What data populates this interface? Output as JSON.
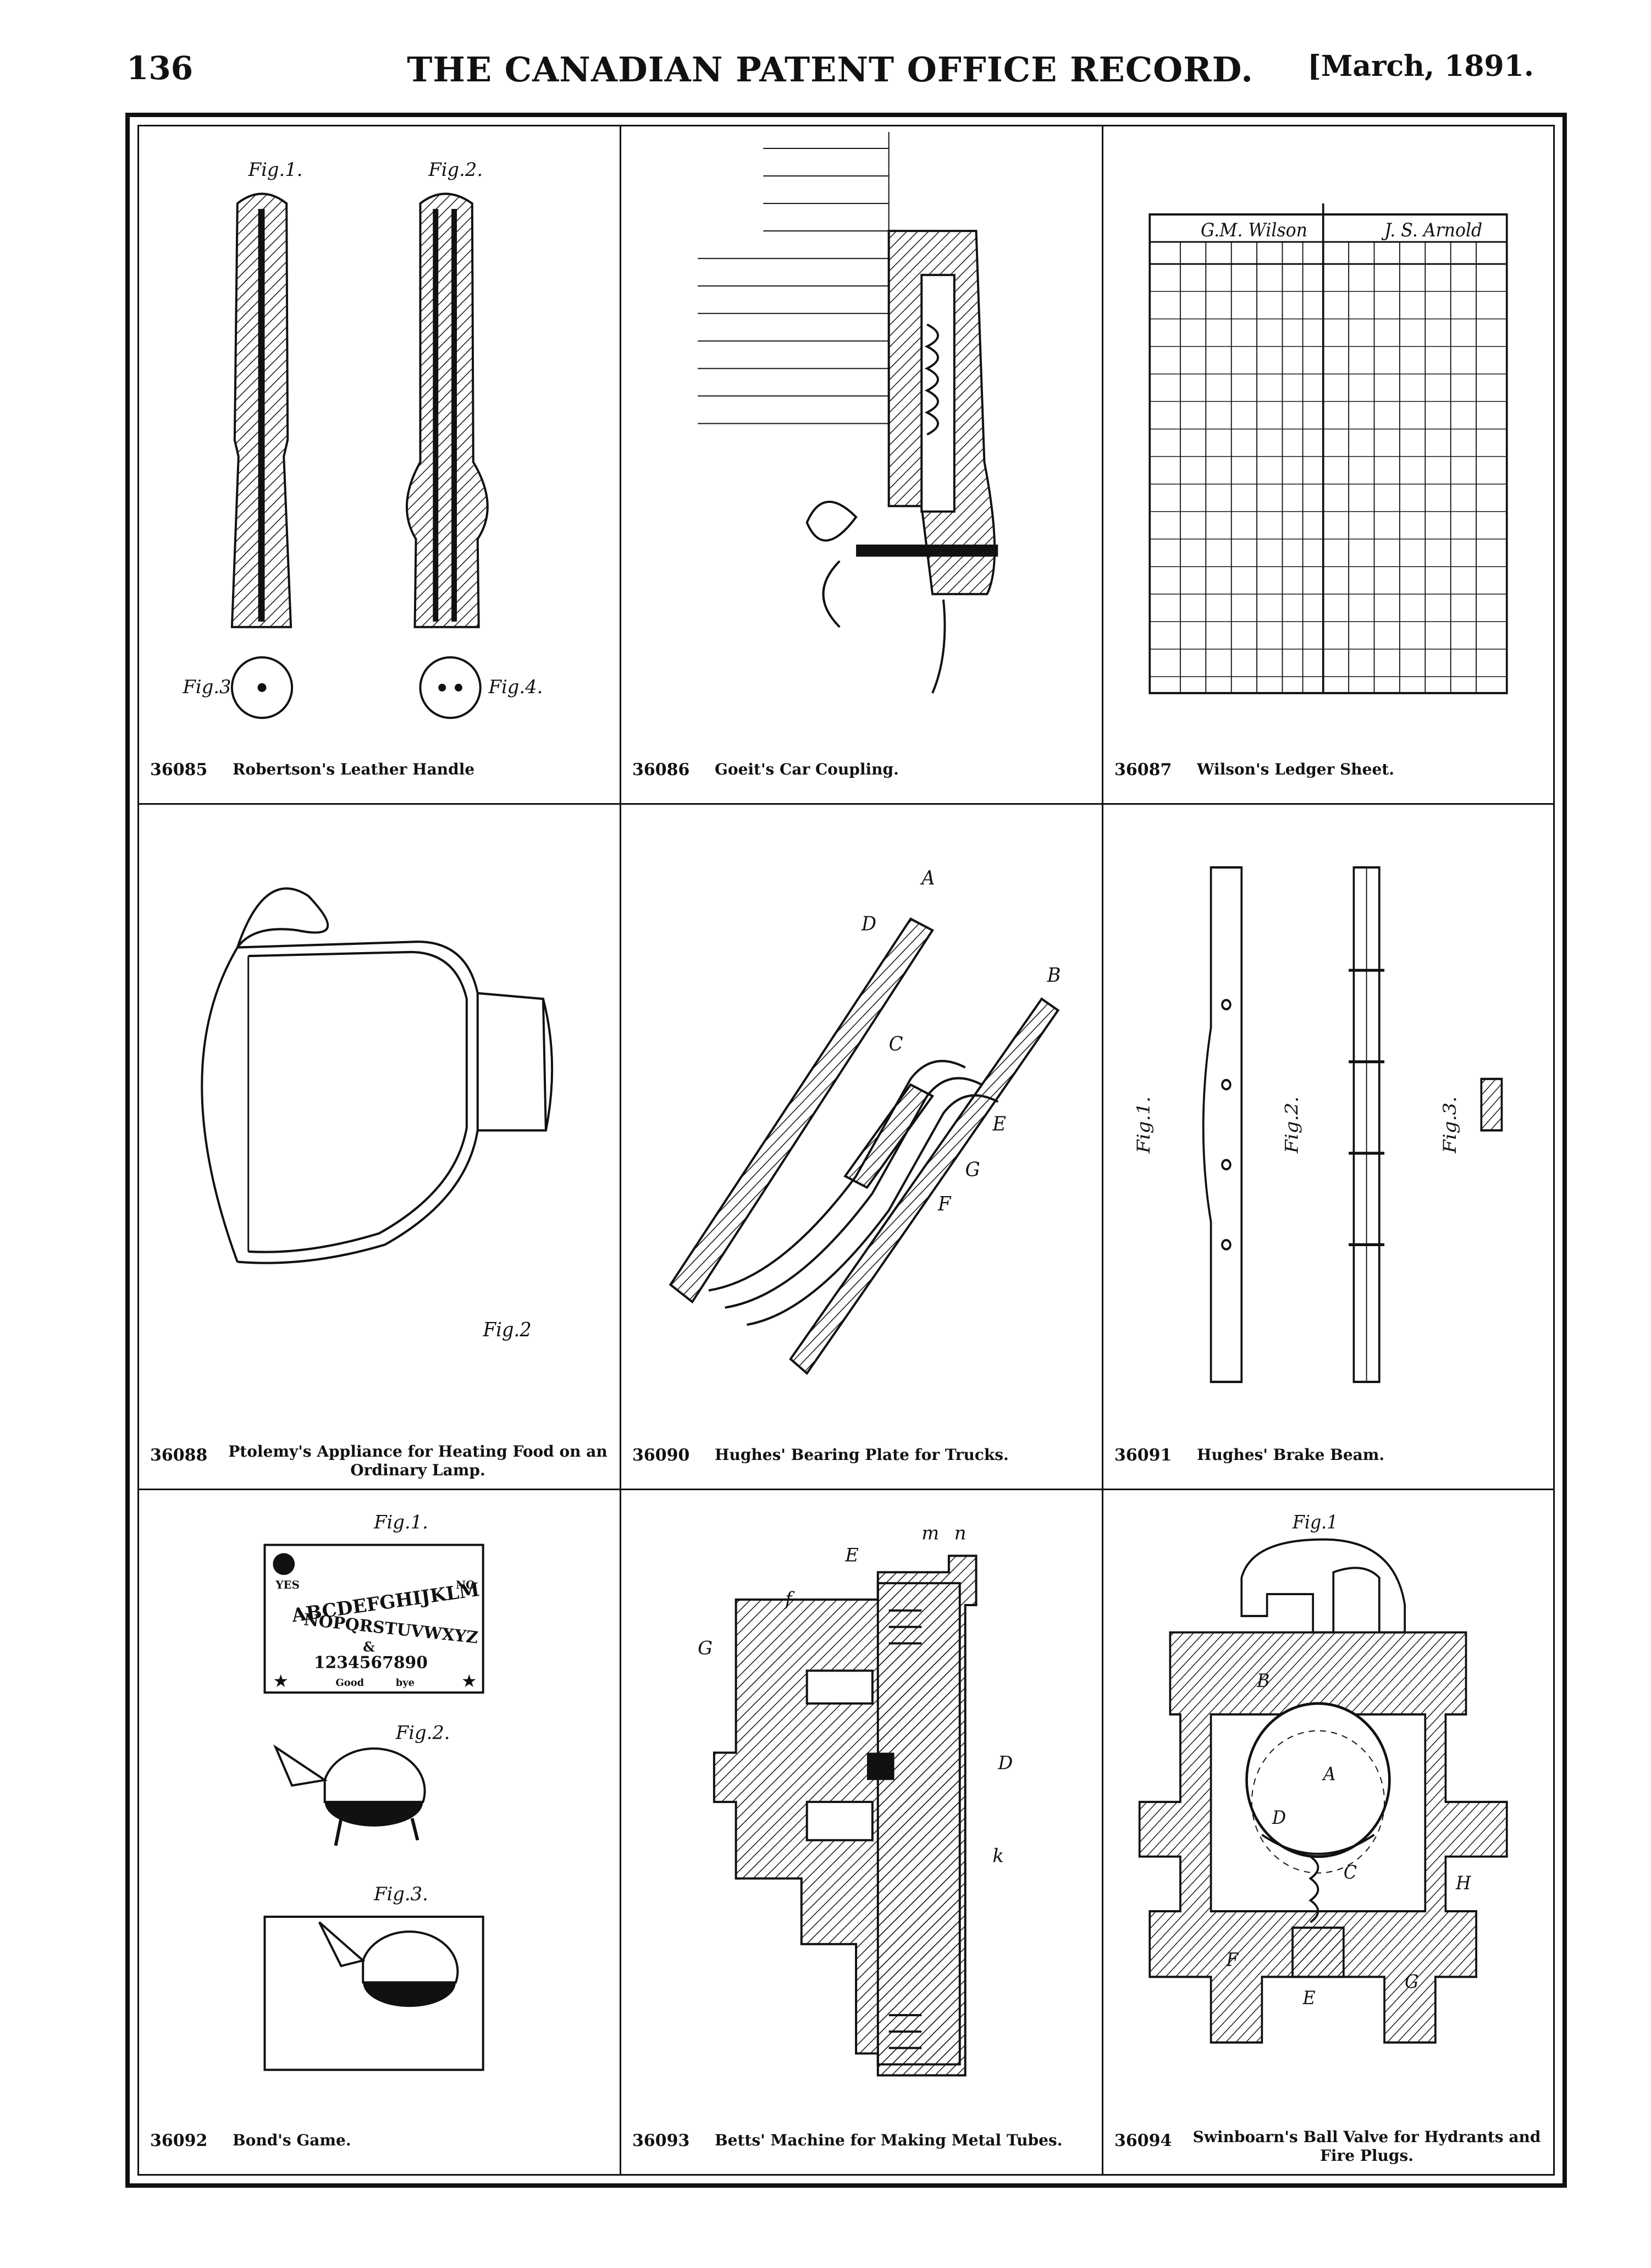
{
  "header": {
    "page_number": "136",
    "journal_title": "THE CANADIAN PATENT OFFICE RECORD.",
    "issue_date": "[March, 1891."
  },
  "patents": [
    {
      "number": "36085",
      "title": "Robertson's Leather Handle",
      "fig_labels": [
        "Fig.1.",
        "Fig.2.",
        "Fig.3",
        "Fig.4."
      ]
    },
    {
      "number": "36086",
      "title": "Goeit's Car Coupling."
    },
    {
      "number": "36087",
      "title": "Wilson's Ledger Sheet.",
      "fig_labels": [
        "G.M. Wilson",
        "J. S. Arnold"
      ]
    },
    {
      "number": "36088",
      "title": "Ptolemy's Appliance for Heating Food on an Ordinary Lamp.",
      "fig_labels": [
        "Fig.2"
      ]
    },
    {
      "number": "36090",
      "title": "Hughes' Bearing Plate for Trucks.",
      "fig_labels": [
        "A",
        "B",
        "C",
        "D",
        "E",
        "F",
        "G"
      ]
    },
    {
      "number": "36091",
      "title": "Hughes' Brake Beam.",
      "fig_labels": [
        "Fig.1.",
        "Fig.2.",
        "Fig.3."
      ]
    },
    {
      "number": "36092",
      "title": "Bond's Game.",
      "fig_labels": [
        "Fig.1.",
        "Fig.2.",
        "Fig.3."
      ],
      "board_text": {
        "yes": "YES",
        "no": "NO",
        "alphabet_1": "ABCDEFGHIJKLM",
        "alphabet_2": "NOPQRSTUVWXYZ",
        "amp": "&",
        "digits": "1234567890",
        "good": "Good",
        "bye": "bye"
      }
    },
    {
      "number": "36093",
      "title": "Betts' Machine for Making Metal Tubes.",
      "fig_labels": [
        "G",
        "f",
        "E",
        "m",
        "n",
        "D",
        "k"
      ]
    },
    {
      "number": "36094",
      "title": "Swinboarn's Ball Valve for Hydrants and Fire Plugs.",
      "fig_labels": [
        "Fig.1",
        "A",
        "B",
        "C",
        "D",
        "E",
        "F",
        "G",
        "H"
      ]
    }
  ]
}
